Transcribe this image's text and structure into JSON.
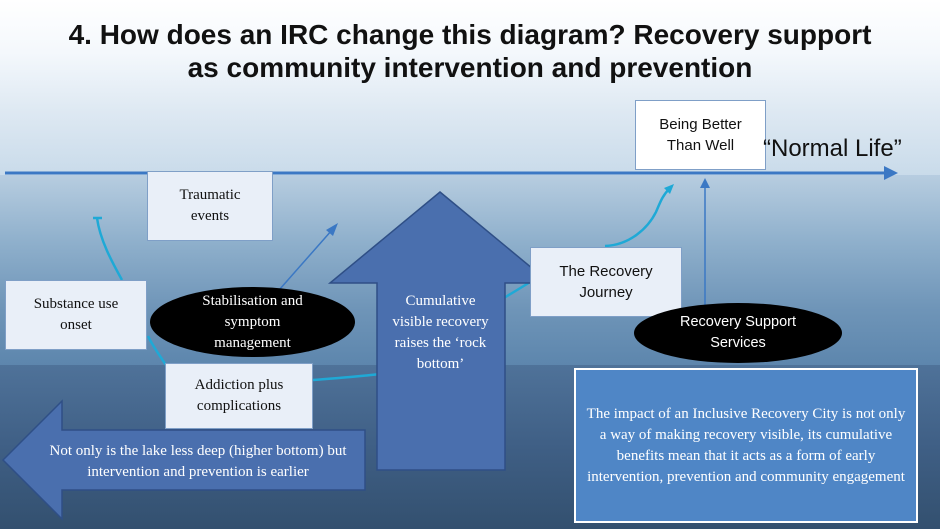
{
  "title": {
    "line1": "4. How does an IRC change this diagram? Recovery support",
    "line2": "as community intervention and prevention"
  },
  "normal_life": "“Normal Life”",
  "boxes": {
    "being_better": "Being Better Than Well",
    "traumatic": "Traumatic events",
    "substance": "Substance use onset",
    "addiction": "Addiction plus complications",
    "recovery_journey": "The Recovery Journey"
  },
  "ellipses": {
    "stabilisation": "Stabilisation and symptom management",
    "support_services": "Recovery Support Services"
  },
  "up_arrow_text": "Cumulative visible recovery raises the ‘rock bottom’",
  "left_arrow_text": "Not only is the lake less deep (higher bottom) but intervention and prevention is earlier",
  "impact_text": "The impact of an Inclusive Recovery City is not only a way of making recovery visible, its cumulative benefits mean that it acts as a form of early intervention, prevention and community engagement",
  "colors": {
    "arrow_fill": "#4a6fae",
    "line_blue": "#3b78c4",
    "teal_line": "#1fa9d6",
    "impact_fill": "#4f86c6"
  }
}
